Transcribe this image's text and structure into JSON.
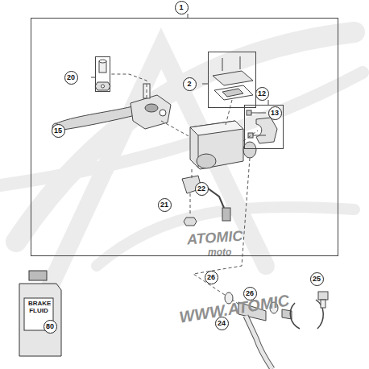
{
  "diagram": {
    "nodes": [
      {
        "text": [
          "1"
        ]
      },
      {
        "text": [
          "20"
        ],
        "in": 0
      },
      {
        "text": [
          "2"
        ],
        "in": 0
      },
      {
        "text": [
          "12"
        ],
        "in": 0
      }
    ],
    "labels": [
      "15",
      "21",
      "22",
      "13",
      "26",
      "25",
      "26",
      "24",
      "80",
      "BRAKE FLUID",
      "ATOMIC",
      "moto",
      "WWW.ATOMIC"
    ]
  }
}
